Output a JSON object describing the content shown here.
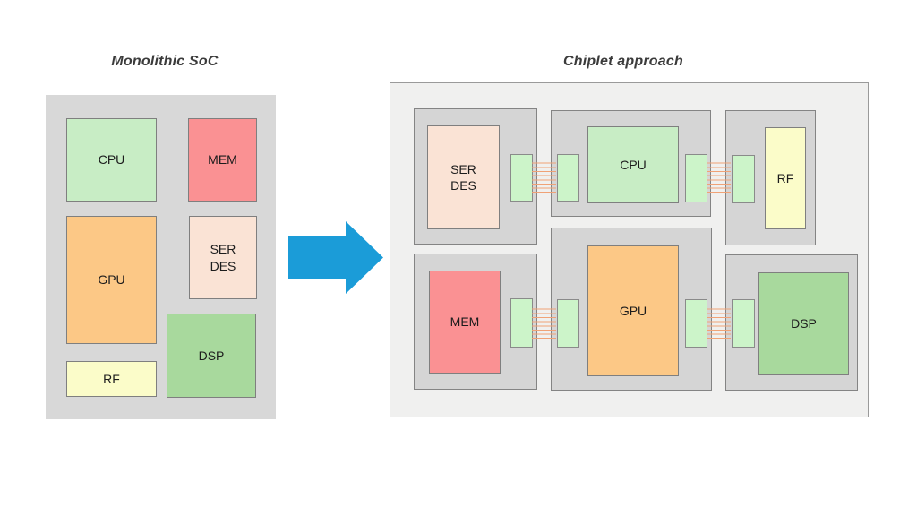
{
  "colors": {
    "panel_left_bg": "#d8d8d8",
    "panel_right_bg": "#f0f0ef",
    "panel_right_border": "#9a9a9a",
    "chiplet_bg": "#d5d5d5",
    "chiplet_border": "#848484",
    "block_border": "#7f7f7f",
    "cpu": "#c8edc5",
    "mem": "#fa9193",
    "gpu": "#fcc886",
    "serdes": "#fae3d5",
    "dsp": "#a8d99d",
    "rf": "#fbfcc9",
    "pad": "#ccf4c9",
    "pad_border": "#8a8a8a",
    "wire": "#f0a276",
    "arrow": "#1b9cd8",
    "title_text": "#3b3b3b",
    "label_text": "#1c1c1c"
  },
  "left_panel": {
    "title": "Monolithic SoC",
    "blocks": {
      "cpu": "CPU",
      "mem": "MEM",
      "gpu": "GPU",
      "serdes": "SER\nDES",
      "dsp": "DSP",
      "rf": "RF"
    }
  },
  "right_panel": {
    "title": "Chiplet approach",
    "chiplets": {
      "serdes": "SER\nDES",
      "cpu": "CPU",
      "rf": "RF",
      "mem": "MEM",
      "gpu": "GPU",
      "dsp": "DSP"
    },
    "interconnect": {
      "links": 4,
      "wires_per_link": 9
    }
  },
  "arrow": {
    "direction": "right"
  }
}
